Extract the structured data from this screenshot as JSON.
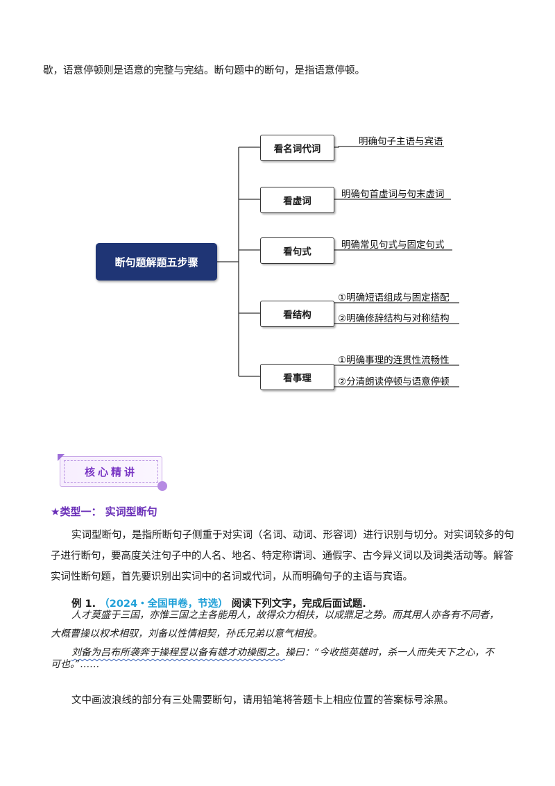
{
  "intro_line": "歇，语意停顿则是语意的完整与完结。断句题中的断句，是指语意停顿。",
  "mindmap": {
    "root": "断句题解题五步骤",
    "nodes": [
      {
        "label": "看名词代词",
        "leaves": [
          "明确句子主语与宾语"
        ]
      },
      {
        "label": "看虚词",
        "leaves": [
          "明确句首虚词与句末虚词"
        ]
      },
      {
        "label": "看句式",
        "leaves": [
          "明确常见句式与固定句式"
        ]
      },
      {
        "label": "看结构",
        "leaves": [
          "①明确短语组成与固定搭配",
          "②明确修辞结构与对称结构"
        ]
      },
      {
        "label": "看事理",
        "leaves": [
          "①明确事理的连贯性流畅性",
          "②分清朗读停顿与语意停顿"
        ]
      }
    ]
  },
  "banner": "核心精讲",
  "section_heading": "★类型一：  实词型断句",
  "section_para": [
    "实词型断句，是指所断句子侧重于对实词（名词、动词、形容词）进行识别与切分。对实词较多的句",
    "子进行断句，要高度关注句子中的人名、地名、特定称谓词、通假字、古今异义词以及词类活动等。解答",
    "实词性断句题，首先要识别出实词中的名词或代词，从而明确句子的主语与宾语。"
  ],
  "example": {
    "label": "例 1.",
    "source": "（2024・全国甲卷，节选）",
    "instruction": "阅读下列文字，完成后面试题.",
    "lines": [
      "人才莫盛于三国，亦惟三国之主各能用人，故得众力相扶，以成鼎足之势。而其用人亦各有不同者，",
      "大概曹操以权术相驭，刘备以性情相契，孙氏兄弟以意气相投。"
    ],
    "wavy_part": "刘备为吕布所袭奔于操程昱以备有雄才劝操图之。",
    "line3_rest": "操曰：“今收揽英雄时，杀一人而失天下之心，不",
    "line4": "可也。”……",
    "question": "文中画波浪线的部分有三处需要断句，请用铅笔将答题卡上相应位置的答案标号涂黑。"
  }
}
